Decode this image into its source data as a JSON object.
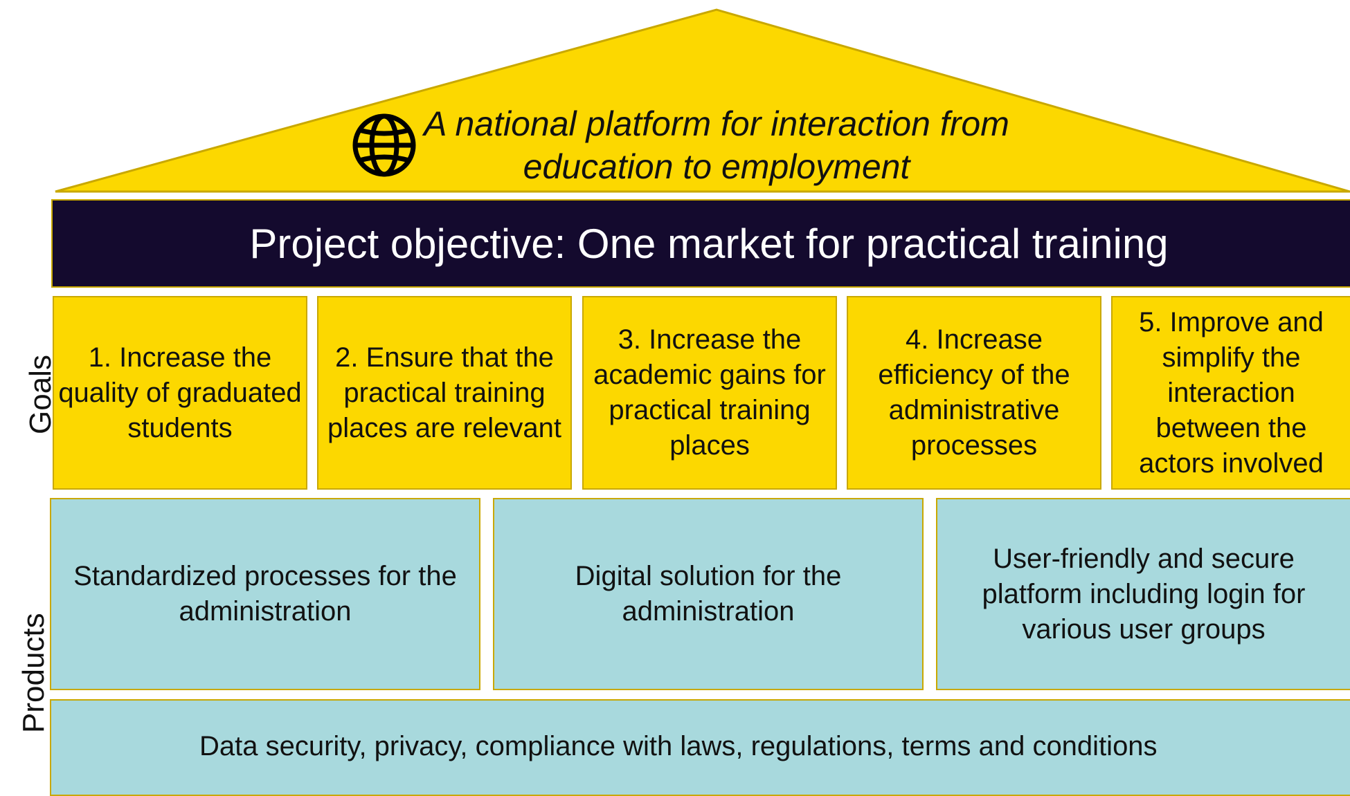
{
  "roof": {
    "line1": "A national platform for interaction from",
    "line2": "education to employment",
    "color": "#fcd800",
    "icon": "globe-icon"
  },
  "objective": {
    "text": "Project objective: One market for practical training",
    "color": "#140a2e"
  },
  "side_labels": {
    "goals": "Goals",
    "products": "Products"
  },
  "goals": [
    "1. Increase the quality of graduated students",
    "2. Ensure that the practical training places are relevant",
    "3. Increase the academic gains for practical training places",
    "4. Increase efficiency of the administrative processes",
    "5. Improve and simplify the interaction between the actors involved"
  ],
  "products": [
    "Standardized processes for the administration",
    "Digital solution for the administration",
    "User-friendly and secure platform including login for various user groups"
  ],
  "foundation": {
    "text": "Data security, privacy, compliance with laws, regulations, terms and conditions",
    "color": "#a8d9dd"
  }
}
